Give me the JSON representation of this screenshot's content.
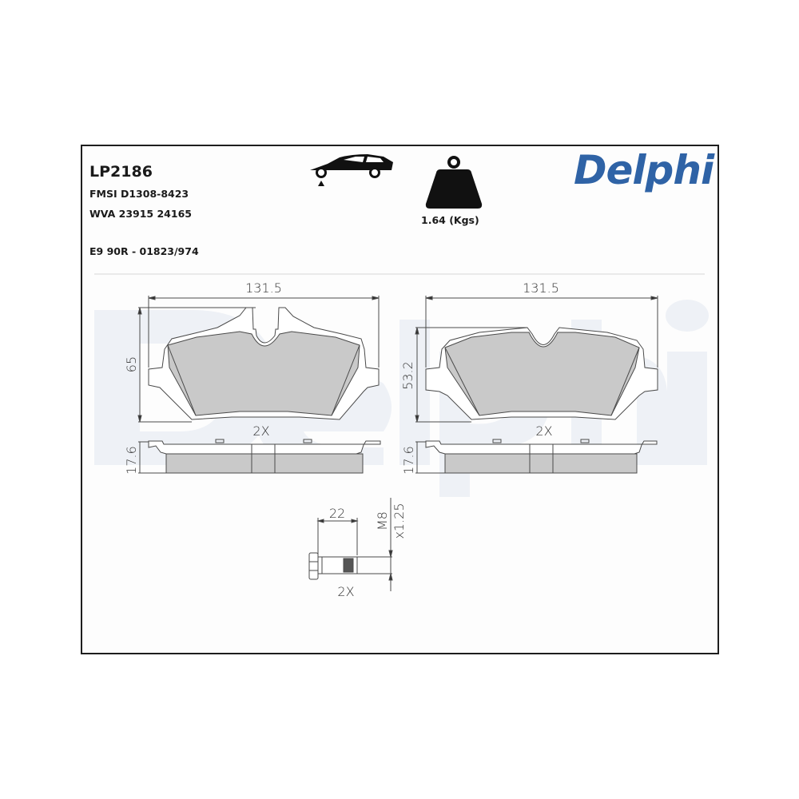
{
  "header": {
    "part_number": "LP2186",
    "fmsi": "FMSI D1308-8423",
    "wva": "WVA 23915 24165",
    "approval": "E9 90R - 01823/974",
    "weight": "1.64 (Kgs)",
    "brand": "Delphi",
    "icons": [
      "car-front-axle-icon",
      "weight-icon"
    ]
  },
  "colors": {
    "brand_blue": "#2f63a6",
    "watermark": "#eef1f6",
    "friction_fill": "#c9c9c9",
    "line": "#4a4a4a"
  },
  "drawings": {
    "left_pad": {
      "width_dim": "131.5",
      "height_dim": "65",
      "thickness_dim": "17.6",
      "qty": "2X"
    },
    "right_pad": {
      "width_dim": "131.5",
      "height_dim": "53.2",
      "thickness_dim": "17.6",
      "qty": "2X"
    },
    "bolt": {
      "length_dim": "22",
      "thread_dim": "M8",
      "pitch_dim": "x1.25",
      "qty": "2X"
    }
  }
}
